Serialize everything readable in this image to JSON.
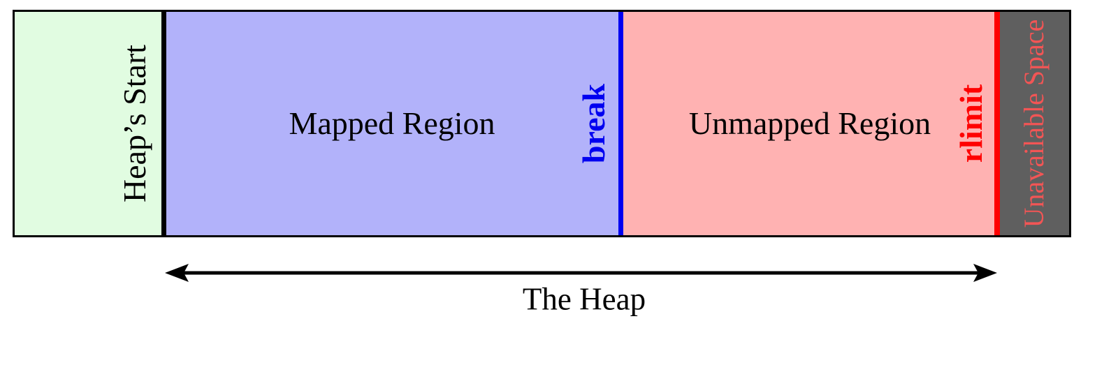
{
  "title": "Heap memory layout diagram",
  "labels": {
    "heaps_start": "Heap’s Start",
    "mapped_region": "Mapped Region",
    "break": "break",
    "unmapped_region": "Unmapped Region",
    "rlimit": "rlimit",
    "unavailable_space": "Unavailable Space",
    "the_heap": "The Heap"
  },
  "colors": {
    "pre_heap_region": "#e1fce1",
    "mapped_region": "#b2b2fa",
    "unmapped_region": "#ffb2b2",
    "unavailable_region": "#5f5f5f",
    "heap_start_line": "#000000",
    "break_line": "#0000f0",
    "rlimit_line": "#ff0000",
    "break_label": "#0000f0",
    "rlimit_label": "#ff0000",
    "unavailable_label": "#f25555",
    "text": "#000000",
    "arrow": "#000000"
  },
  "bar": {
    "segments": [
      {
        "name": "pre-heap",
        "label": ""
      },
      {
        "name": "heap-start-marker",
        "label": "Heap’s Start"
      },
      {
        "name": "mapped",
        "label": "Mapped Region"
      },
      {
        "name": "break-marker",
        "label": "break"
      },
      {
        "name": "unmapped",
        "label": "Unmapped Region"
      },
      {
        "name": "rlimit-marker",
        "label": "rlimit"
      },
      {
        "name": "unavailable",
        "label": "Unavailable Space"
      }
    ]
  }
}
